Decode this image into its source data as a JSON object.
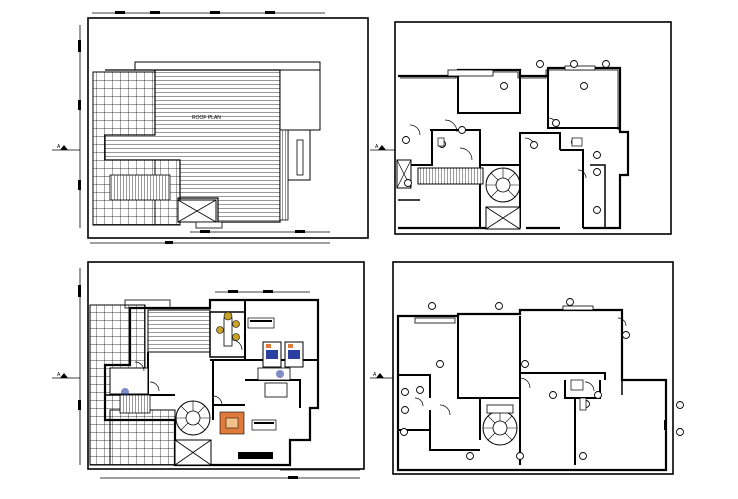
{
  "roof_label": "ROOF PLAN",
  "colors": {
    "ink": "#000000",
    "paper": "#ffffff",
    "blue": "#2a3f9f",
    "furniture": "#e07a3a",
    "accent": "#c9a227"
  },
  "icons": {
    "tag": "circle-tag-icon",
    "north": "north-arrow-icon",
    "section": "section-arrow-icon"
  },
  "section_marks": [
    "A",
    "A",
    "A",
    "A"
  ]
}
